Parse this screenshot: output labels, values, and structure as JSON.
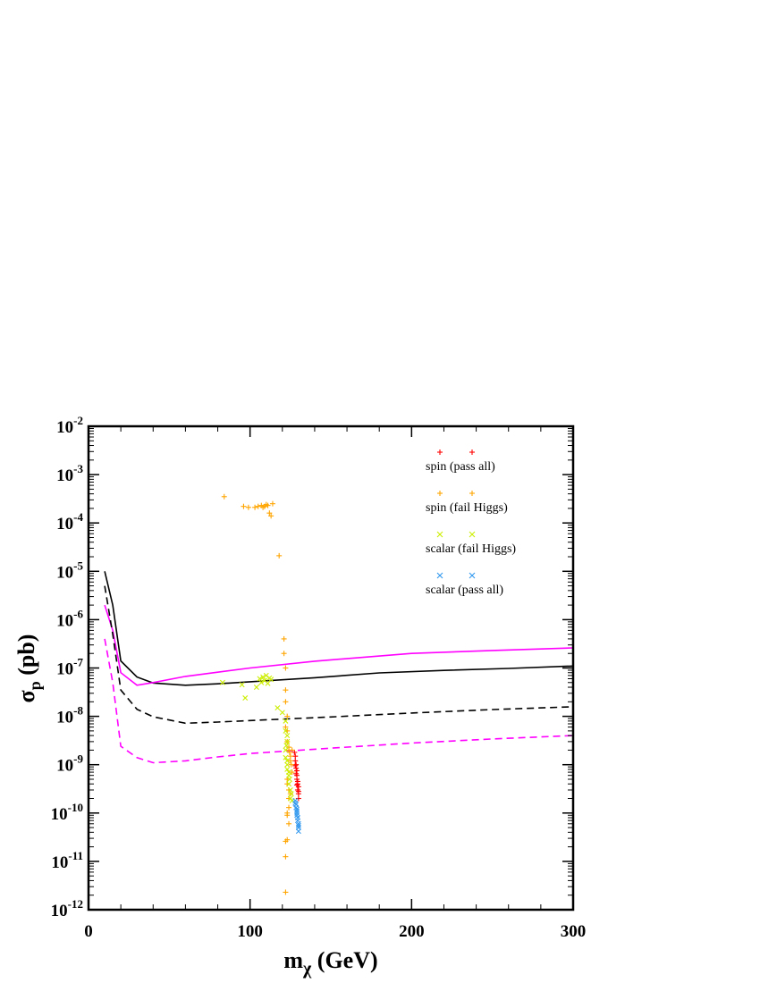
{
  "chart_data": {
    "type": "scatter",
    "xlabel": "m",
    "xlabel_sub": "χ",
    "xlabel_unit": " (GeV)",
    "ylabel": "σ",
    "ylabel_sub": "p",
    "ylabel_unit": " (pb)",
    "xlim": [
      0,
      300
    ],
    "ylim_log10": [
      -12,
      -2
    ],
    "yscale": "log",
    "grid": false,
    "legend_position": "top-right",
    "x_ticks": [
      {
        "value": 0,
        "label": "0"
      },
      {
        "value": 100,
        "label": "100"
      },
      {
        "value": 200,
        "label": "200"
      },
      {
        "value": 300,
        "label": "300"
      }
    ],
    "y_ticks": [
      {
        "exp": -2,
        "base": "10",
        "sup": "-2"
      },
      {
        "exp": -3,
        "base": "10",
        "sup": "-3"
      },
      {
        "exp": -4,
        "base": "10",
        "sup": "-4"
      },
      {
        "exp": -5,
        "base": "10",
        "sup": "-5"
      },
      {
        "exp": -6,
        "base": "10",
        "sup": "-6"
      },
      {
        "exp": -7,
        "base": "10",
        "sup": "-7"
      },
      {
        "exp": -8,
        "base": "10",
        "sup": "-8"
      },
      {
        "exp": -9,
        "base": "10",
        "sup": "-9"
      },
      {
        "exp": -10,
        "base": "10",
        "sup": "-10"
      },
      {
        "exp": -11,
        "base": "10",
        "sup": "-11"
      },
      {
        "exp": -12,
        "base": "10",
        "sup": "-12"
      }
    ],
    "curves": [
      {
        "color": "#000000",
        "dash": false,
        "points": [
          [
            10,
            1e-05
          ],
          [
            15,
            2e-06
          ],
          [
            20,
            1.4e-07
          ],
          [
            30,
            6.5e-08
          ],
          [
            40,
            4.9e-08
          ],
          [
            60,
            4.4e-08
          ],
          [
            80,
            4.7e-08
          ],
          [
            100,
            5.2e-08
          ],
          [
            140,
            6.3e-08
          ],
          [
            180,
            7.9e-08
          ],
          [
            220,
            8.9e-08
          ],
          [
            260,
            9.8e-08
          ],
          [
            300,
            1.1e-07
          ]
        ]
      },
      {
        "color": "#ff00ff",
        "dash": false,
        "points": [
          [
            10,
            2e-06
          ],
          [
            15,
            6e-07
          ],
          [
            20,
            8e-08
          ],
          [
            30,
            4.4e-08
          ],
          [
            40,
            5e-08
          ],
          [
            60,
            6.7e-08
          ],
          [
            80,
            8.2e-08
          ],
          [
            100,
            1e-07
          ],
          [
            140,
            1.38e-07
          ],
          [
            200,
            2e-07
          ],
          [
            250,
            2.3e-07
          ],
          [
            300,
            2.6e-07
          ]
        ]
      },
      {
        "color": "#000000",
        "dash": true,
        "points": [
          [
            10,
            5e-06
          ],
          [
            15,
            5e-07
          ],
          [
            20,
            3.5e-08
          ],
          [
            30,
            1.4e-08
          ],
          [
            40,
            9.8e-09
          ],
          [
            60,
            7.2e-09
          ],
          [
            80,
            7.6e-09
          ],
          [
            100,
            8.2e-09
          ],
          [
            150,
            9.7e-09
          ],
          [
            200,
            1.17e-08
          ],
          [
            250,
            1.38e-08
          ],
          [
            300,
            1.58e-08
          ]
        ]
      },
      {
        "color": "#ff00ff",
        "dash": true,
        "points": [
          [
            10,
            4e-07
          ],
          [
            15,
            5e-08
          ],
          [
            20,
            2.4e-09
          ],
          [
            30,
            1.4e-09
          ],
          [
            40,
            1.1e-09
          ],
          [
            60,
            1.2e-09
          ],
          [
            80,
            1.45e-09
          ],
          [
            100,
            1.7e-09
          ],
          [
            150,
            2.2e-09
          ],
          [
            200,
            2.8e-09
          ],
          [
            250,
            3.4e-09
          ],
          [
            300,
            4e-09
          ]
        ]
      }
    ],
    "series": [
      {
        "name": "spin (pass all)",
        "marker": "plus",
        "color": "#ff0000",
        "points": [
          [
            128,
            1.5e-09
          ],
          [
            128.5,
            1e-09
          ],
          [
            129,
            7.5e-10
          ],
          [
            129,
            5e-10
          ],
          [
            129.5,
            4e-10
          ],
          [
            129.5,
            3e-10
          ],
          [
            130,
            2.5e-10
          ],
          [
            128,
            1.2e-09
          ],
          [
            129,
            6e-10
          ],
          [
            130,
            3.5e-10
          ],
          [
            128.5,
            8.5e-10
          ],
          [
            129.5,
            4.5e-10
          ],
          [
            130,
            2e-10
          ],
          [
            127.5,
            1.8e-09
          ],
          [
            128,
            9.5e-10
          ],
          [
            130,
            2.8e-10
          ],
          [
            129,
            3.8e-10
          ],
          [
            128.5,
            6.5e-10
          ]
        ]
      },
      {
        "name": "spin (fail Higgs)",
        "marker": "plus",
        "color": "#ffa500",
        "points": [
          [
            84,
            0.00035
          ],
          [
            96,
            0.00022
          ],
          [
            99,
            0.00021
          ],
          [
            103,
            0.00021
          ],
          [
            105,
            0.00022
          ],
          [
            107,
            0.00023
          ],
          [
            108,
            0.00021
          ],
          [
            109,
            0.00022
          ],
          [
            110,
            0.00024
          ],
          [
            111,
            0.00023
          ],
          [
            112,
            0.00016
          ],
          [
            113,
            0.00014
          ],
          [
            114,
            0.00025
          ],
          [
            118,
            2.1e-05
          ],
          [
            121,
            4e-07
          ],
          [
            121,
            2e-07
          ],
          [
            122,
            1e-07
          ],
          [
            122,
            3.5e-08
          ],
          [
            122,
            2e-08
          ],
          [
            123,
            1e-08
          ],
          [
            123,
            5e-09
          ],
          [
            123,
            3e-09
          ],
          [
            124,
            2.3e-09
          ],
          [
            124,
            2e-09
          ],
          [
            124.5,
            1.8e-09
          ],
          [
            125,
            1.5e-09
          ],
          [
            125,
            1.2e-09
          ],
          [
            125.5,
            1e-09
          ],
          [
            126,
            2e-09
          ],
          [
            126,
            7e-10
          ],
          [
            123,
            5e-10
          ],
          [
            123,
            4e-10
          ],
          [
            124,
            3e-10
          ],
          [
            124,
            2e-10
          ],
          [
            123,
            1e-10
          ],
          [
            123,
            9e-11
          ],
          [
            124,
            6e-11
          ],
          [
            123,
            2.8e-11
          ],
          [
            122,
            2.6e-11
          ],
          [
            122,
            1.25e-11
          ],
          [
            122,
            2.3e-12
          ],
          [
            124,
            1.3e-10
          ],
          [
            125,
            2.5e-10
          ],
          [
            122,
            6e-09
          ]
        ]
      },
      {
        "name": "scalar (fail Higgs)",
        "marker": "x",
        "color": "#ccee00",
        "points": [
          [
            83,
            5e-08
          ],
          [
            95,
            4.5e-08
          ],
          [
            97,
            2.4e-08
          ],
          [
            104,
            4e-08
          ],
          [
            106,
            6e-08
          ],
          [
            107,
            5e-08
          ],
          [
            108,
            6.5e-08
          ],
          [
            109,
            5.5e-08
          ],
          [
            110,
            7e-08
          ],
          [
            111,
            4.8e-08
          ],
          [
            112,
            6.2e-08
          ],
          [
            113,
            5.8e-08
          ],
          [
            117,
            1.5e-08
          ],
          [
            120,
            1.2e-08
          ],
          [
            122,
            8e-09
          ],
          [
            122,
            5e-09
          ],
          [
            123,
            3e-09
          ],
          [
            122,
            2e-09
          ],
          [
            122,
            1.4e-09
          ],
          [
            123,
            1e-09
          ],
          [
            123,
            8e-10
          ],
          [
            124,
            6e-10
          ],
          [
            124,
            4e-10
          ],
          [
            125,
            3e-10
          ],
          [
            125,
            2e-10
          ],
          [
            126,
            1.8e-10
          ],
          [
            123,
            1.2e-09
          ],
          [
            124,
            7e-10
          ],
          [
            124.5,
            5e-10
          ],
          [
            125.5,
            2.5e-10
          ],
          [
            122.5,
            2.5e-09
          ],
          [
            123,
            4e-09
          ]
        ]
      },
      {
        "name": "scalar (pass all)",
        "marker": "x",
        "color": "#3399ee",
        "points": [
          [
            128,
            1.8e-10
          ],
          [
            128.5,
            1.5e-10
          ],
          [
            129,
            1.2e-10
          ],
          [
            129,
            1e-10
          ],
          [
            129.5,
            8e-11
          ],
          [
            130,
            6e-11
          ],
          [
            130,
            5e-11
          ],
          [
            130,
            4.2e-11
          ],
          [
            129,
            9e-11
          ],
          [
            128.5,
            1.3e-10
          ],
          [
            129.5,
            7e-11
          ],
          [
            130,
            5.5e-11
          ],
          [
            128,
            1.6e-10
          ],
          [
            129,
            1.1e-10
          ]
        ]
      }
    ]
  }
}
